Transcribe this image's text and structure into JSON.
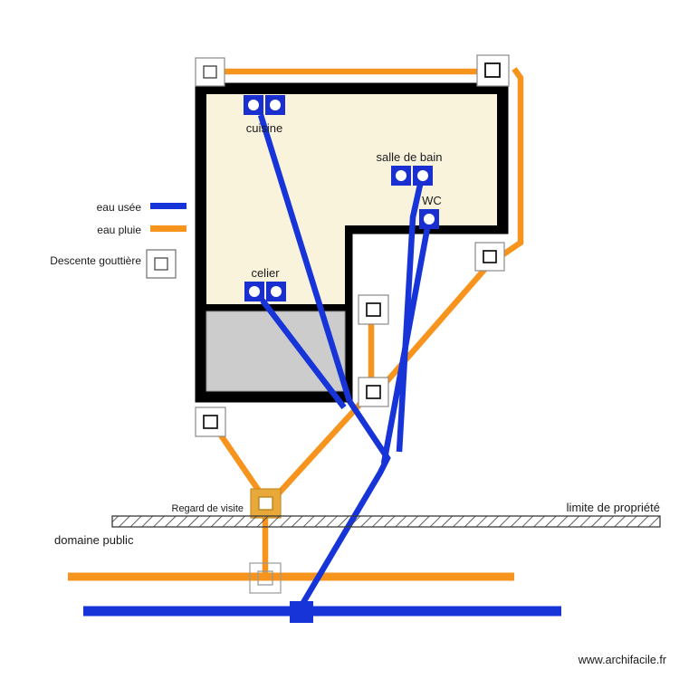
{
  "document": {
    "type": "plan-assainissement",
    "watermark": "www.archifacile.fr"
  },
  "legend": {
    "items": [
      {
        "label": "eau usée",
        "swatch": "line",
        "color": "#1634d8",
        "name": "waste-water"
      },
      {
        "label": "eau pluie",
        "swatch": "line",
        "color": "#f7941d",
        "name": "rain-water"
      },
      {
        "label": "Descente gouttière",
        "swatch": "box",
        "color": "#ffffff",
        "name": "gutter-downspout"
      }
    ]
  },
  "rooms": [
    {
      "label": "cuisine",
      "fixtures": 2
    },
    {
      "label": "salle de bain",
      "fixtures": 2
    },
    {
      "label": "WC",
      "fixtures": 1
    },
    {
      "label": "celier",
      "fixtures": 2
    }
  ],
  "site": {
    "regard_label": "Regard de visite",
    "limite_label": "limite de propriété",
    "domaine_label": "domaine public"
  },
  "colors": {
    "waste_water": "#1634d8",
    "rain_water": "#f7941d",
    "wall": "#000000",
    "interior_fill": "#faf3dc",
    "garage_fill": "#cccccc",
    "regard_fill": "#e8a83a",
    "downspout_box": "#ffffff",
    "downspout_stroke": "#808080",
    "fixture_blue": "#1a2fd0",
    "text": "#1a1a1a"
  },
  "counts": {
    "downspouts": 7,
    "regards": 1
  }
}
